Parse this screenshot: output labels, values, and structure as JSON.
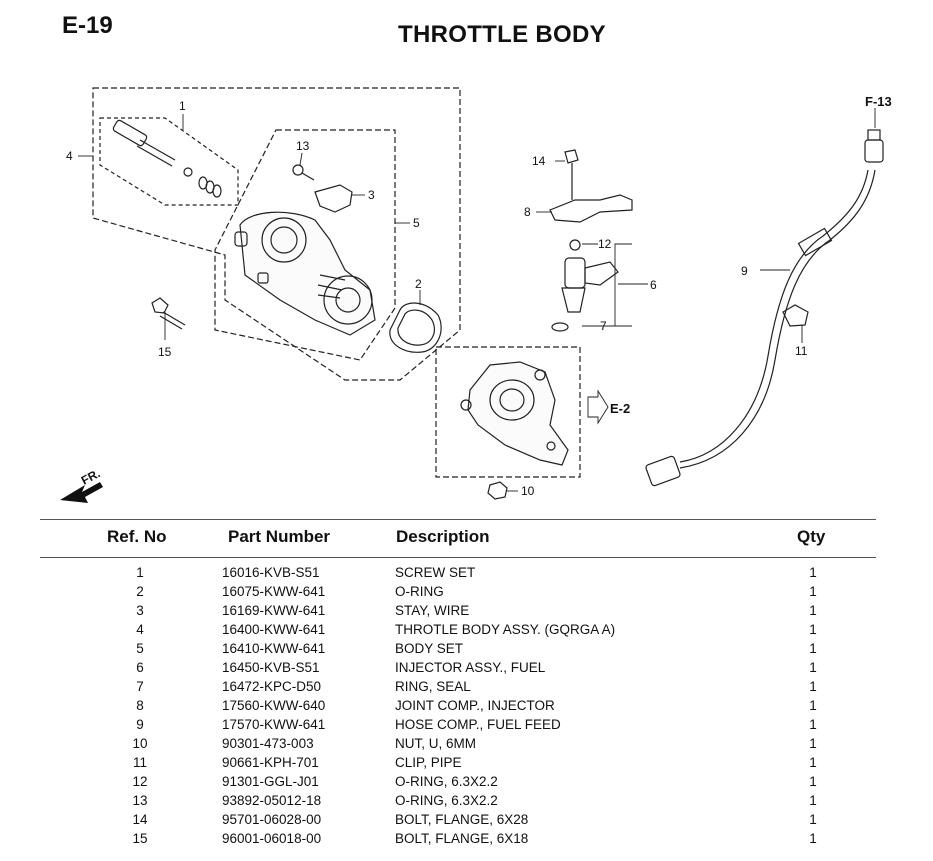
{
  "header": {
    "page_code": "E-19",
    "title": "THROTTLE BODY"
  },
  "diagram": {
    "callouts": [
      "1",
      "2",
      "3",
      "4",
      "5",
      "6",
      "7",
      "8",
      "9",
      "10",
      "11",
      "12",
      "13",
      "14",
      "15"
    ],
    "section_refs": [
      "F-13",
      "E-2"
    ],
    "front_marker": "FR."
  },
  "table": {
    "headers": {
      "ref": "Ref. No",
      "part": "Part Number",
      "desc": "Description",
      "qty": "Qty"
    },
    "rows": [
      {
        "ref": "1",
        "part": "16016-KVB-S51",
        "desc": "SCREW SET",
        "qty": "1"
      },
      {
        "ref": "2",
        "part": "16075-KWW-641",
        "desc": "O-RING",
        "qty": "1"
      },
      {
        "ref": "3",
        "part": "16169-KWW-641",
        "desc": "STAY, WIRE",
        "qty": "1"
      },
      {
        "ref": "4",
        "part": "16400-KWW-641",
        "desc": "THROTLE BODY ASSY. (GQRGA A)",
        "qty": "1"
      },
      {
        "ref": "5",
        "part": "16410-KWW-641",
        "desc": "BODY SET",
        "qty": "1"
      },
      {
        "ref": "6",
        "part": "16450-KVB-S51",
        "desc": "INJECTOR ASSY., FUEL",
        "qty": "1"
      },
      {
        "ref": "7",
        "part": "16472-KPC-D50",
        "desc": "RING, SEAL",
        "qty": "1"
      },
      {
        "ref": "8",
        "part": "17560-KWW-640",
        "desc": "JOINT COMP., INJECTOR",
        "qty": "1"
      },
      {
        "ref": "9",
        "part": "17570-KWW-641",
        "desc": "HOSE COMP., FUEL FEED",
        "qty": "1"
      },
      {
        "ref": "10",
        "part": "90301-473-003",
        "desc": "NUT, U, 6MM",
        "qty": "1"
      },
      {
        "ref": "11",
        "part": "90661-KPH-701",
        "desc": "CLIP, PIPE",
        "qty": "1"
      },
      {
        "ref": "12",
        "part": "91301-GGL-J01",
        "desc": "O-RING, 6.3X2.2",
        "qty": "1"
      },
      {
        "ref": "13",
        "part": "93892-05012-18",
        "desc": "O-RING, 6.3X2.2",
        "qty": "1"
      },
      {
        "ref": "14",
        "part": "95701-06028-00",
        "desc": "BOLT, FLANGE, 6X28",
        "qty": "1"
      },
      {
        "ref": "15",
        "part": "96001-06018-00",
        "desc": "BOLT, FLANGE, 6X18",
        "qty": "1"
      }
    ]
  }
}
